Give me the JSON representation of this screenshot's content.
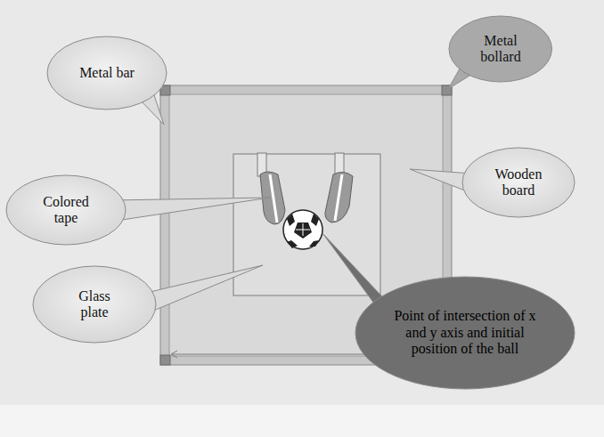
{
  "diagram": {
    "nodes": [
      {
        "text": [
          "Metal bar"
        ]
      },
      {
        "text": [
          "Metal bollard"
        ]
      },
      {
        "text": [
          "Wooden board"
        ]
      },
      {
        "text": [
          "Colored tape"
        ]
      },
      {
        "text": [
          "Point of intersection of x and y axis and initial position of the ball"
        ]
      },
      {
        "text": [
          "Glass plate"
        ]
      }
    ]
  }
}
